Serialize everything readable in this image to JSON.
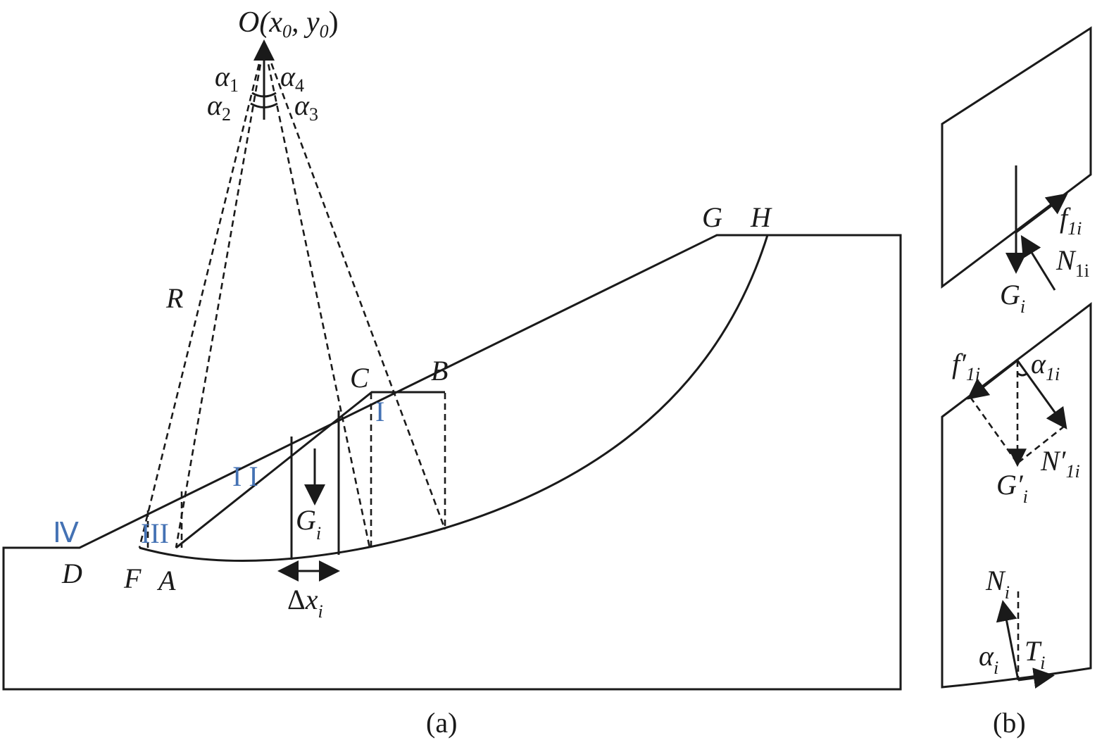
{
  "panel_a": {
    "caption": "(a)",
    "center_label": "O(x",
    "center_sub0": "0",
    "center_sep": ", y",
    "center_sub1": "0",
    "center_close": ")",
    "angles": [
      {
        "sym": "α",
        "sub": "1"
      },
      {
        "sym": "α",
        "sub": "2"
      },
      {
        "sym": "α",
        "sub": "3"
      },
      {
        "sym": "α",
        "sub": "4"
      }
    ],
    "radius_label": "R",
    "points": {
      "G": "G",
      "H": "H",
      "C": "C",
      "B": "B",
      "D": "D",
      "F": "F",
      "A": "A"
    },
    "zones": {
      "I": "I",
      "II": "I I",
      "III": "III",
      "IV": "Ⅳ"
    },
    "weight": {
      "sym": "G",
      "sub": "i"
    },
    "width": {
      "sym": "Δx",
      "sub": "i"
    }
  },
  "panel_b": {
    "caption": "(b)",
    "top": {
      "f": {
        "sym": "f",
        "sub": "1i"
      },
      "N": {
        "sym": "N",
        "sub": "1i"
      },
      "G": {
        "sym": "G",
        "sub": "i"
      }
    },
    "middle": {
      "f": {
        "sym": "f′",
        "sub": "1i"
      },
      "alpha": {
        "sym": "α",
        "sub": "1i"
      },
      "N": {
        "sym": "N′",
        "sub": "1i"
      },
      "G": {
        "sym": "G′",
        "sub": "i"
      }
    },
    "bottom": {
      "N": {
        "sym": "N",
        "sub": "i"
      },
      "T": {
        "sym": "T",
        "sub": "i"
      },
      "alpha": {
        "sym": "α",
        "sub": "i"
      }
    }
  },
  "colors": {
    "line": "#1a1a1a",
    "zone_label": "#4472b4"
  }
}
